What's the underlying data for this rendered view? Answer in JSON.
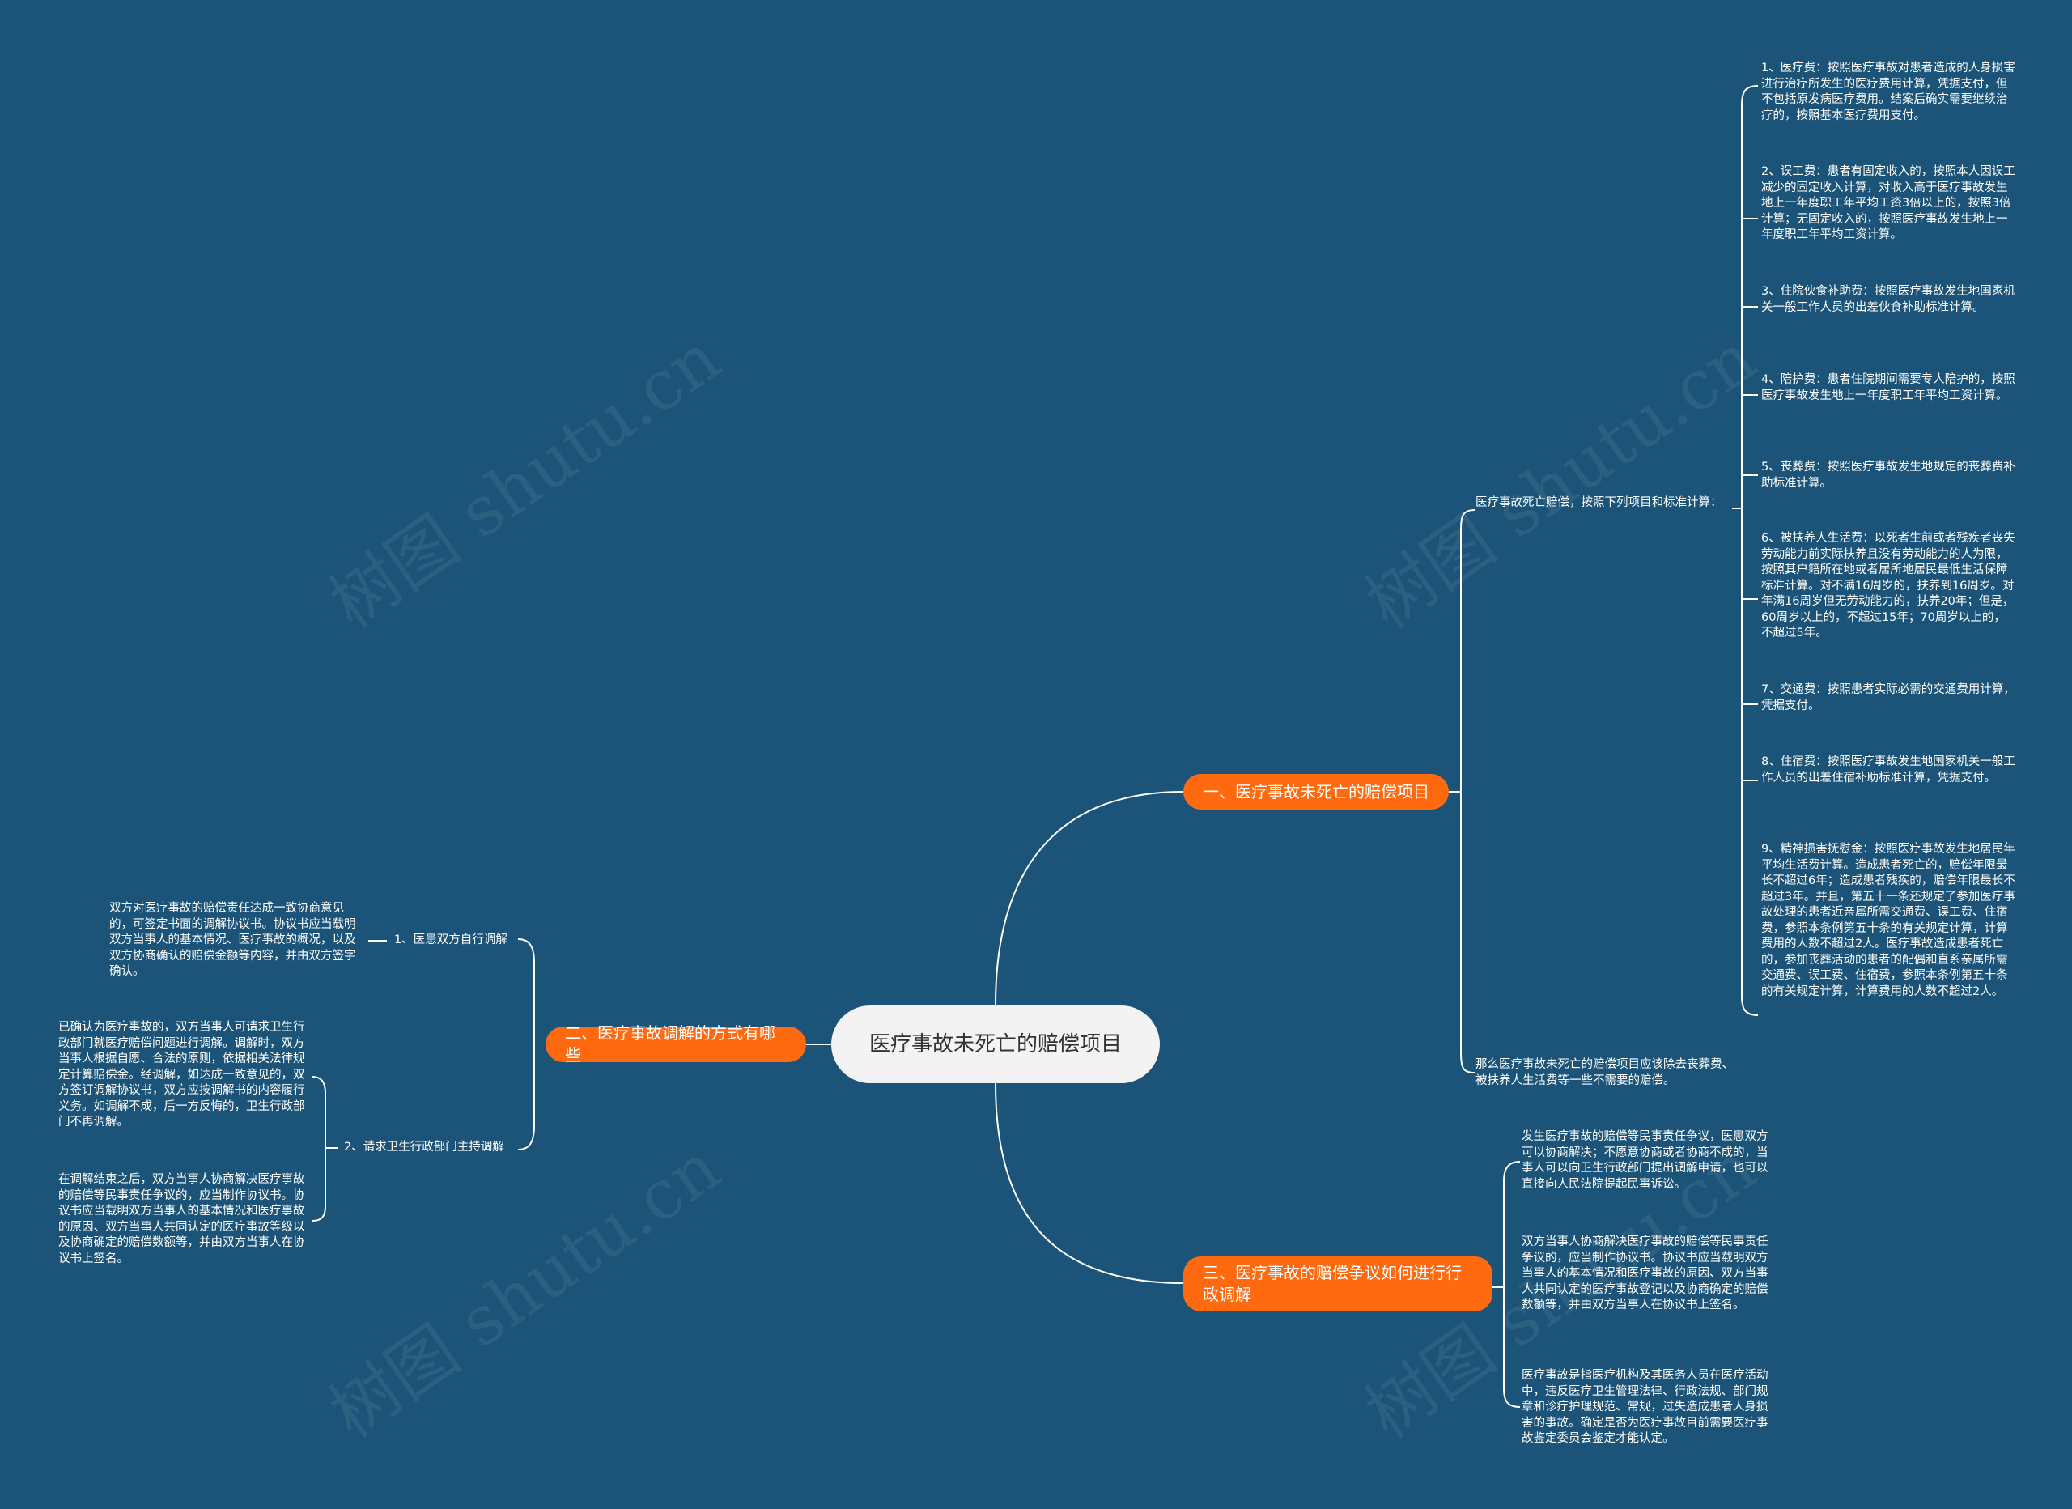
{
  "center": {
    "title": "医疗事故未死亡的赔偿项目"
  },
  "watermark": "树图 shutu.cn",
  "colors": {
    "background": "#1b5478",
    "branch": "#ff6a10",
    "center": "#f3f3f3",
    "line": "#ffffff"
  },
  "branch1": {
    "title": "一、医疗事故未死亡的赔偿项目",
    "sub1": {
      "label": "医疗事故死亡赔偿，按照下列项目和标准计算：",
      "items": [
        "1、医疗费：按照医疗事故对患者造成的人身损害进行治疗所发生的医疗费用计算，凭据支付，但不包括原发病医疗费用。结案后确实需要继续治疗的，按照基本医疗费用支付。",
        "2、误工费：患者有固定收入的，按照本人因误工减少的固定收入计算，对收入高于医疗事故发生地上一年度职工年平均工资3倍以上的，按照3倍计算；无固定收入的，按照医疗事故发生地上一年度职工年平均工资计算。",
        "3、住院伙食补助费：按照医疗事故发生地国家机关一般工作人员的出差伙食补助标准计算。",
        "4、陪护费：患者住院期间需要专人陪护的，按照医疗事故发生地上一年度职工年平均工资计算。",
        "5、丧葬费：按照医疗事故发生地规定的丧葬费补助标准计算。",
        "6、被扶养人生活费：以死者生前或者残疾者丧失劳动能力前实际扶养且没有劳动能力的人为限，按照其户籍所在地或者居所地居民最低生活保障标准计算。对不满16周岁的，扶养到16周岁。对年满16周岁但无劳动能力的，扶养20年；但是，60周岁以上的，不超过15年；70周岁以上的，不超过5年。",
        "7、交通费：按照患者实际必需的交通费用计算，凭据支付。",
        "8、住宿费：按照医疗事故发生地国家机关一般工作人员的出差住宿补助标准计算，凭据支付。",
        "9、精神损害抚慰金：按照医疗事故发生地居民年平均生活费计算。造成患者死亡的，赔偿年限最长不超过6年；造成患者残疾的，赔偿年限最长不超过3年。并且，第五十一条还规定了参加医疗事故处理的患者近亲属所需交通费、误工费、住宿费，参照本条例第五十条的有关规定计算，计算费用的人数不超过2人。医疗事故造成患者死亡的，参加丧葬活动的患者的配偶和直系亲属所需交通费、误工费、住宿费，参照本条例第五十条的有关规定计算，计算费用的人数不超过2人。"
      ]
    },
    "sub2": "那么医疗事故未死亡的赔偿项目应该除去丧葬费、被扶养人生活费等一些不需要的赔偿。"
  },
  "branch2": {
    "title": "二、医疗事故调解的方式有哪些",
    "sub1": {
      "label": "1、医患双方自行调解",
      "text": "双方对医疗事故的赔偿责任达成一致协商意见的，可签定书面的调解协议书。协议书应当载明双方当事人的基本情况、医疗事故的概况，以及双方协商确认的赔偿金额等内容，并由双方签字确认。"
    },
    "sub2": {
      "label": "2、请求卫生行政部门主持调解",
      "texts": [
        "已确认为医疗事故的，双方当事人可请求卫生行政部门就医疗赔偿问题进行调解。调解时，双方当事人根据自愿、合法的原则，依据相关法律规定计算赔偿金。经调解，如达成一致意见的，双方签订调解协议书，双方应按调解书的内容履行义务。如调解不成，后一方反悔的，卫生行政部门不再调解。",
        "在调解结束之后，双方当事人协商解决医疗事故的赔偿等民事责任争议的，应当制作协议书。协议书应当载明双方当事人的基本情况和医疗事故的原因、双方当事人共同认定的医疗事故等级以及协商确定的赔偿数额等，并由双方当事人在协议书上签名。"
      ]
    }
  },
  "branch3": {
    "title": "三、医疗事故的赔偿争议如何进行行政调解",
    "items": [
      "发生医疗事故的赔偿等民事责任争议，医患双方可以协商解决；不愿意协商或者协商不成的，当事人可以向卫生行政部门提出调解申请，也可以直接向人民法院提起民事诉讼。",
      "双方当事人协商解决医疗事故的赔偿等民事责任争议的，应当制作协议书。协议书应当载明双方当事人的基本情况和医疗事故的原因、双方当事人共同认定的医疗事故登记以及协商确定的赔偿数额等，并由双方当事人在协议书上签名。",
      "医疗事故是指医疗机构及其医务人员在医疗活动中，违反医疗卫生管理法律、行政法规、部门规章和诊疗护理规范、常规，过失造成患者人身损害的事故。确定是否为医疗事故目前需要医疗事故鉴定委员会鉴定才能认定。"
    ]
  }
}
